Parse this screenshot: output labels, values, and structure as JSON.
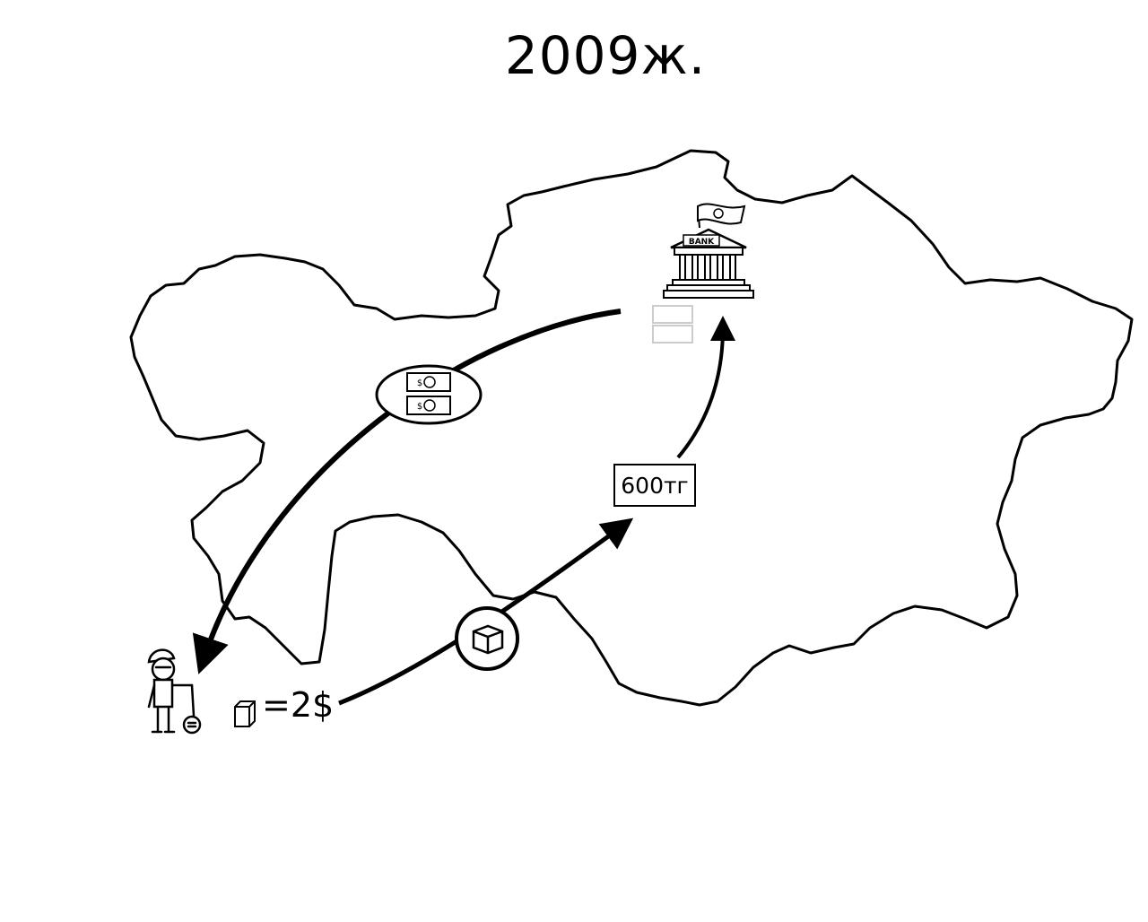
{
  "title": "2009ж.",
  "price_label": "600тг",
  "exchange_label": "=2$",
  "bank_sign": "BANK",
  "banknote_symbol": "$",
  "icons": {
    "worker": "worker-figure-icon",
    "bank": "bank-building-icon",
    "flag": "flag-icon",
    "banknotes": "dollar-banknotes-icon",
    "product": "cube-product-icon"
  },
  "colors": {
    "ink": "#000000",
    "paper": "#ffffff",
    "deposit_box": "#cccccc"
  }
}
